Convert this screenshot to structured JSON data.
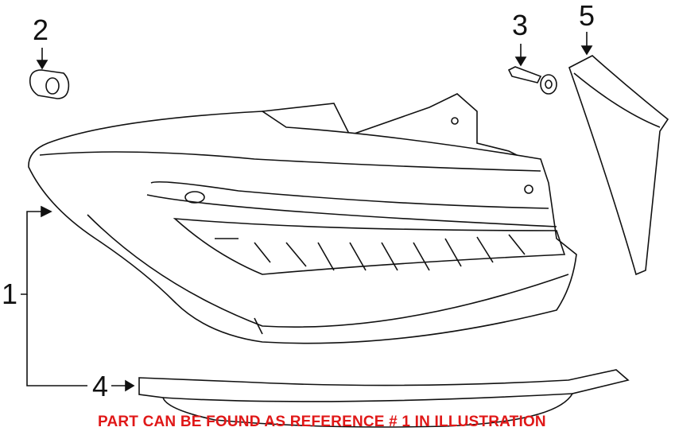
{
  "callouts": {
    "c1": "1",
    "c2": "2",
    "c3": "3",
    "c4": "4",
    "c5": "5"
  },
  "note": "PART CAN BE FOUND AS REFERENCE # 1 IN ILLUSTRATION",
  "colors": {
    "note": "#e01818",
    "line": "#111111"
  }
}
